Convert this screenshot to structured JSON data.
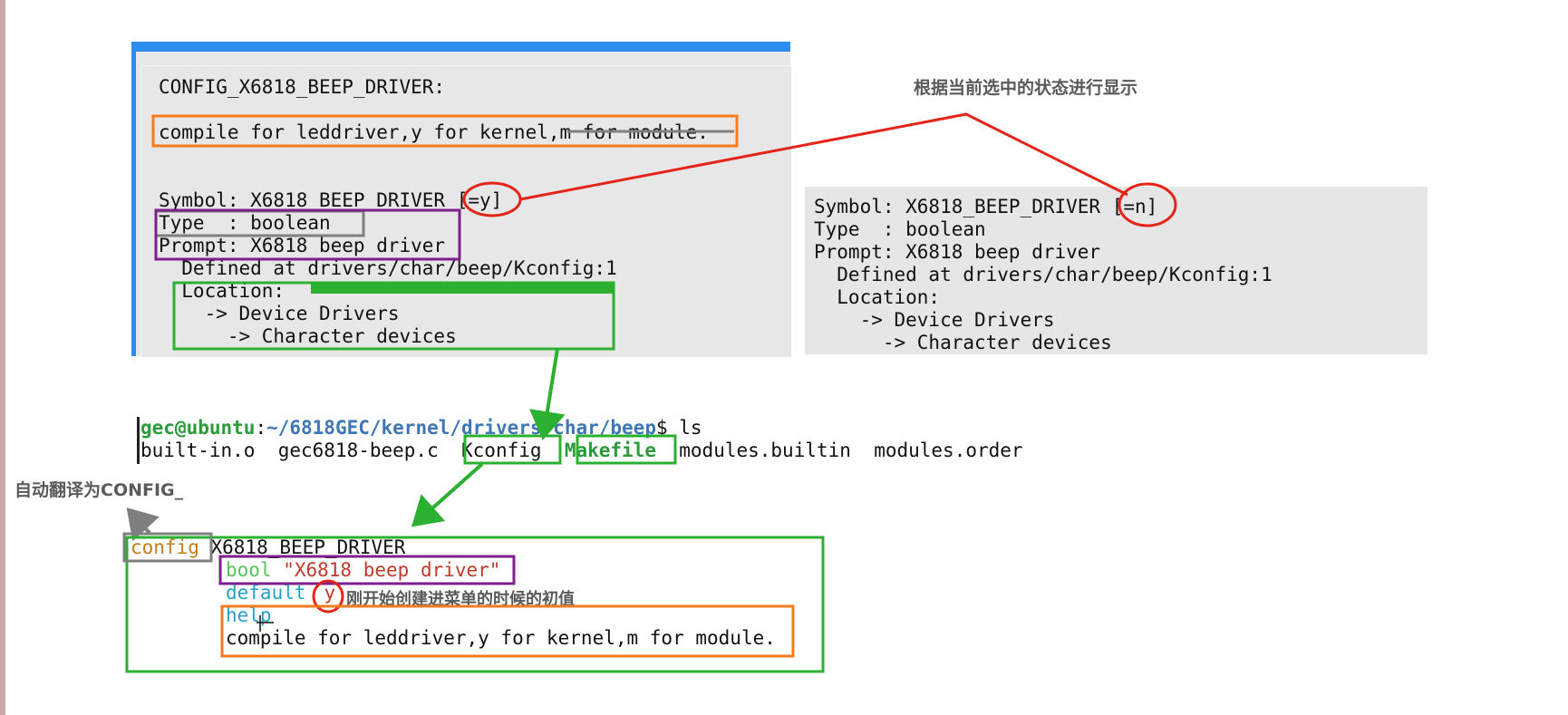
{
  "panel1": {
    "header": "CONFIG_X6818_BEEP_DRIVER:",
    "help_text": "compile for leddriver,y for kernel,",
    "help_text_struck": "m for module.",
    "symbol_label": "Symbol: X6818_BEEP_DRIVER ",
    "symbol_value": "[=y]",
    "type_line": "Type  : boolean",
    "prompt_line": "Prompt: X6818 beep driver",
    "defined_line": "  Defined at drivers/char/beep/Kconfig:1",
    "location_line": "  Location:",
    "loc1": "    -> Device Drivers",
    "loc2": "      -> Character devices"
  },
  "panel2": {
    "symbol_label": "Symbol: X6818_BEEP_DRIVER ",
    "symbol_value": "[=n]",
    "type_line": "Type  : boolean",
    "prompt_line": "Prompt: X6818 beep driver",
    "defined_line": "  Defined at drivers/char/beep/Kconfig:1",
    "location_line": "  Location:",
    "loc1": "    -> Device Drivers",
    "loc2": "      -> Character devices"
  },
  "terminal": {
    "user": "gec@ubuntu",
    "sep": ":",
    "path": "~/6818GEC/kernel/drivers/char/beep",
    "prompt_end": "$ ls",
    "files_a": "built-in.o  gec6818-beep.c  ",
    "file_kconfig": "Kconfig",
    "file_makefile": "Makefile",
    "files_b": "  modules.builtin  modules.order"
  },
  "kconfig": {
    "keyword": "config",
    "symbol": " X6818_BEEP_DRIVER",
    "bool_kw": "bool",
    "bool_str": " \"X6818 beep driver\"",
    "default_kw": "default",
    "default_val": "y",
    "help_kw": "help",
    "help_text": "compile for leddriver,y for kernel,m for module."
  },
  "annotations": {
    "top_right": "根据当前选中的状态进行显示",
    "left": "自动翻译为CONFIG_",
    "default_note": "刚开始创建进菜单的时候的初值"
  },
  "colors": {
    "orange": "#f47b20",
    "purple": "#7d1f8c",
    "green": "#2bb031",
    "red": "#e52419",
    "gray": "#7f7f7f",
    "blue": "#2c8cf0"
  }
}
